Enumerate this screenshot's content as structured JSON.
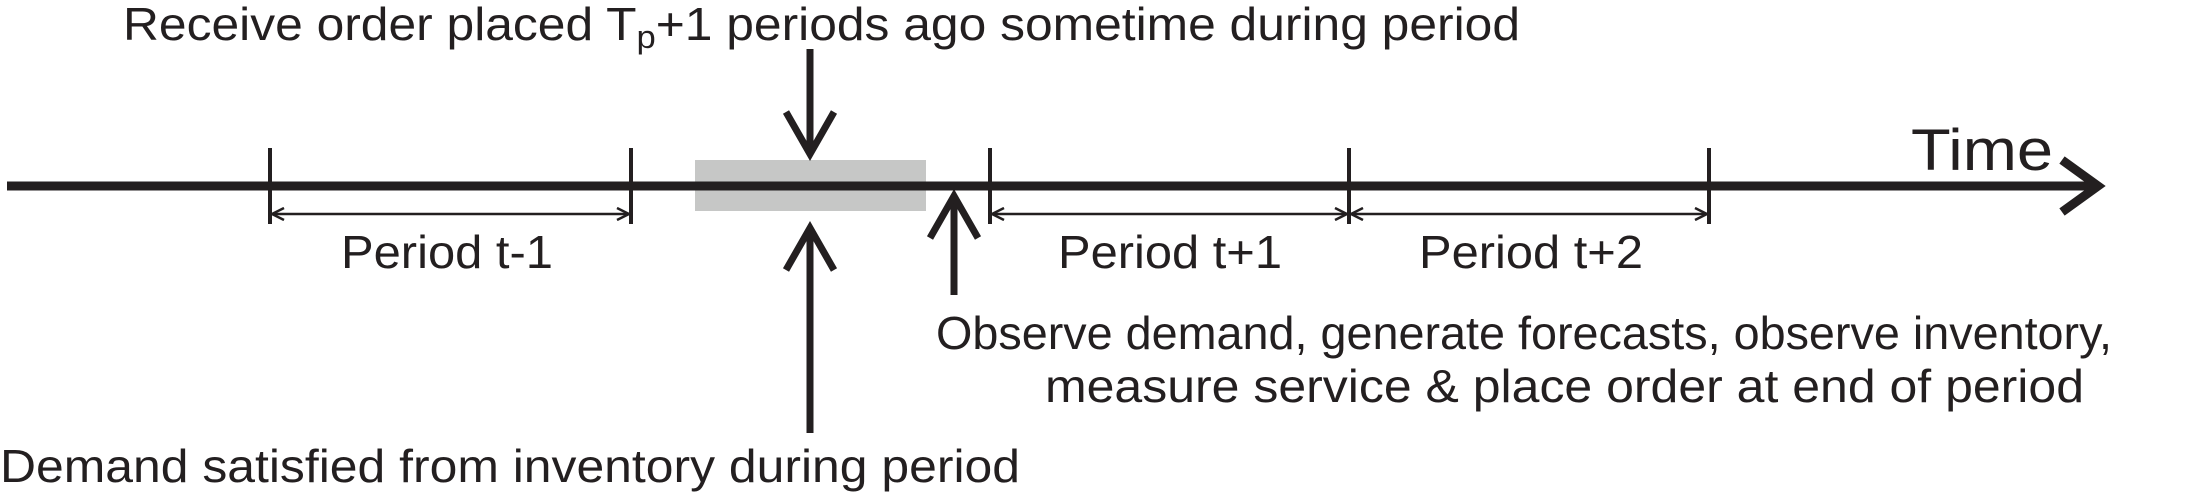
{
  "top_annotation": {
    "prefix": "Receive order placed T",
    "subscript": "p",
    "suffix": "+1 periods ago sometime during period"
  },
  "axis_label": "Time",
  "periods": [
    "Period t-1",
    "Period t+1",
    "Period t+2"
  ],
  "right_annotation": {
    "line1": "Observe demand, generate forecasts, observe inventory,",
    "line2": "measure service & place order at end of period"
  },
  "bottom_annotation": "Demand satisfied from inventory during period",
  "colors": {
    "ink": "#231f20",
    "highlight": "#c6c7c6"
  }
}
